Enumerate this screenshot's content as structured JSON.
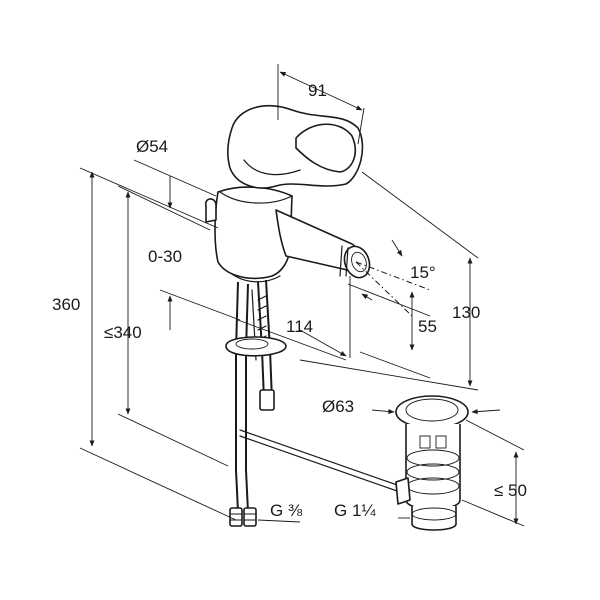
{
  "labels": {
    "width_top": "91",
    "diameter_body": "Ø54",
    "range": "0-30",
    "height_total": "360",
    "height_max": "≤340",
    "reach": "114",
    "angle": "15°",
    "spout_height": "55",
    "spout_top": "130",
    "diameter_waste": "Ø63",
    "waste_height": "≤ 50",
    "thread_supply": "G ⅜",
    "thread_waste": "G 1¼"
  }
}
